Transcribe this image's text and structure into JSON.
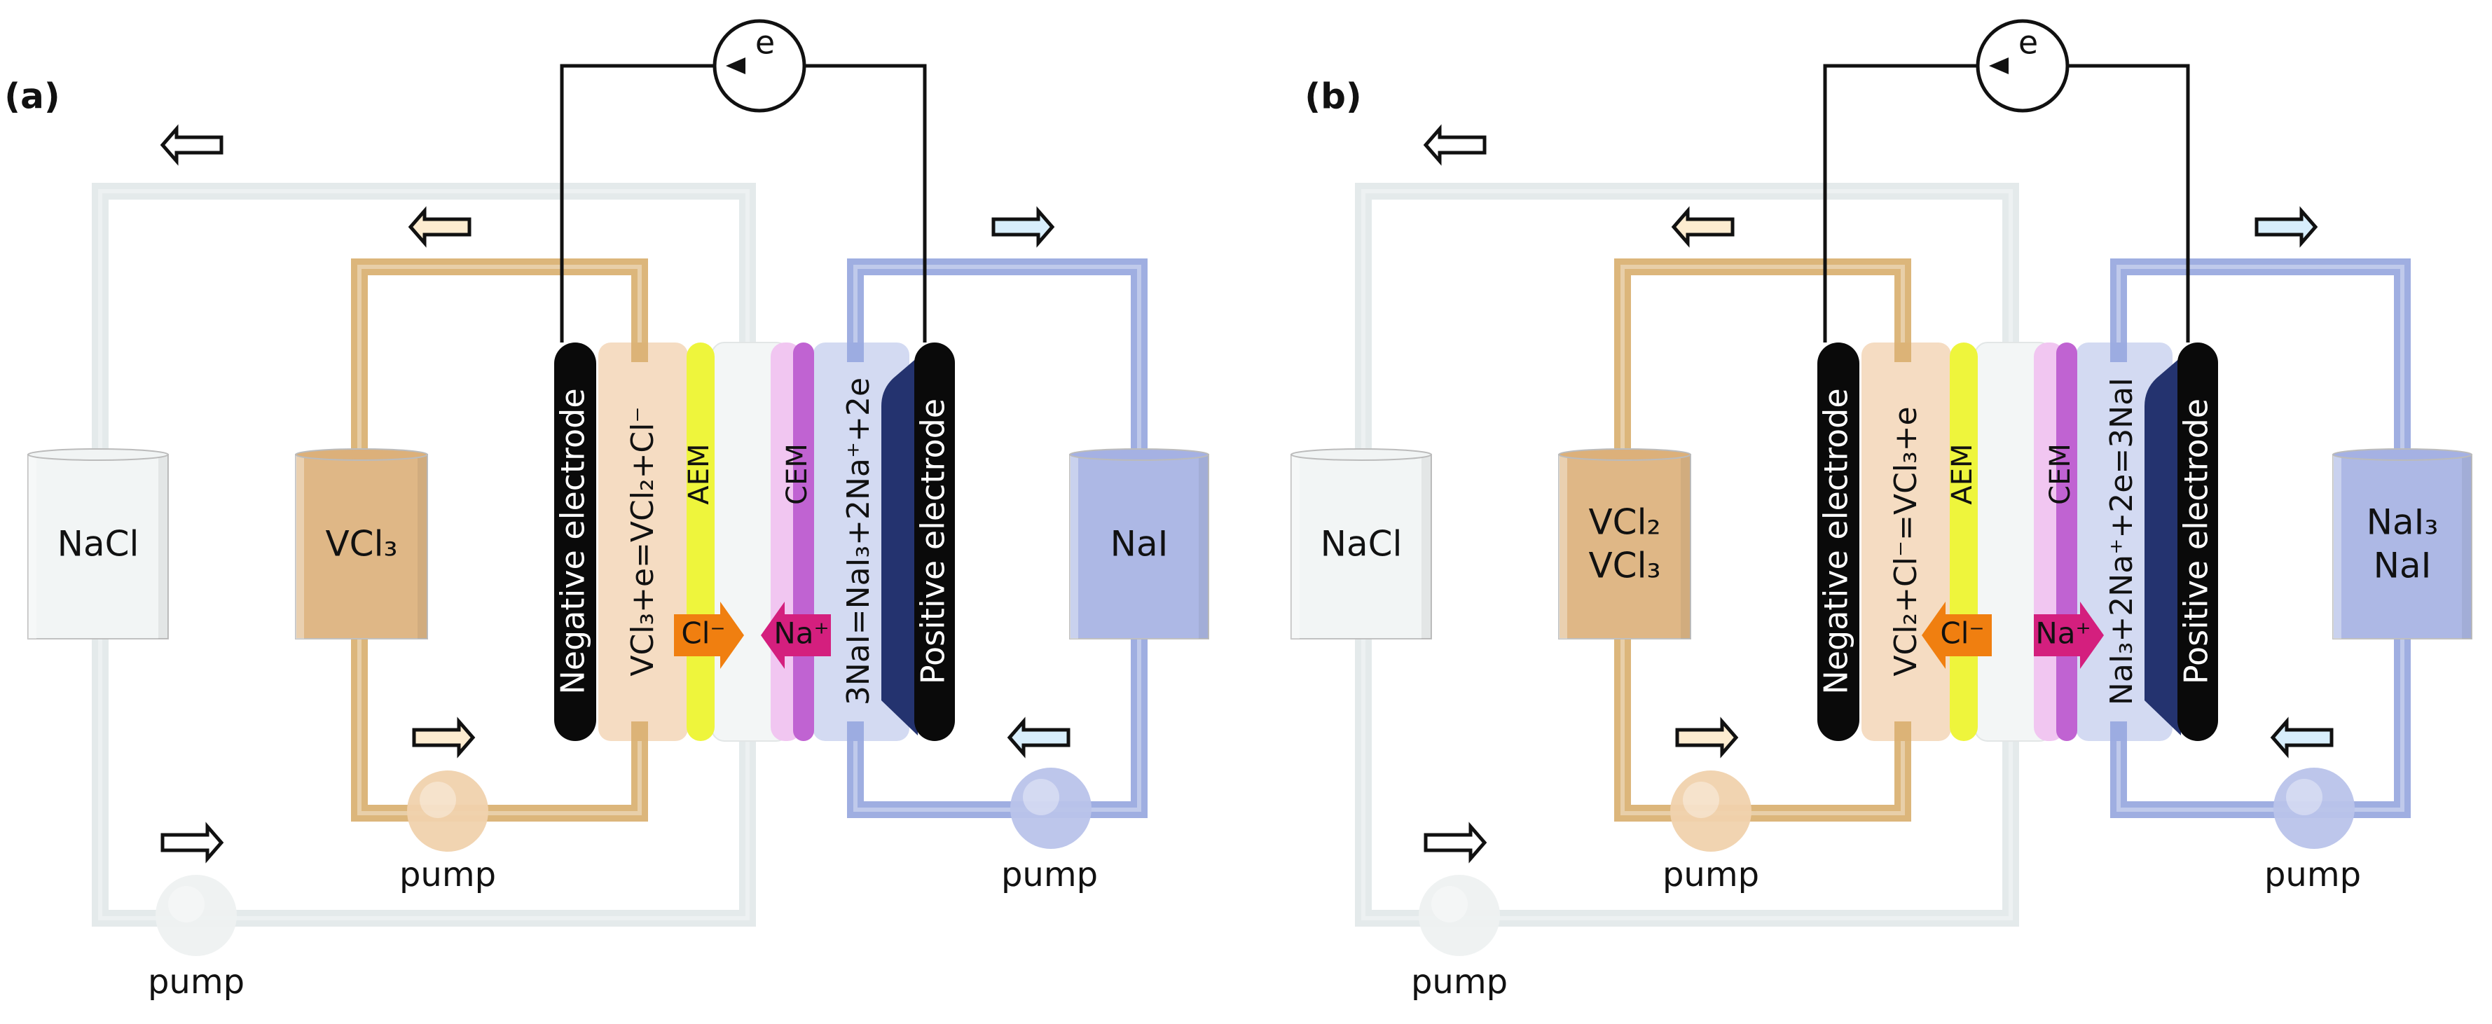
{
  "colors": {
    "wire": "#111111",
    "electrode": "#0a0a0a",
    "nacl_pipe": "#dfe6e8",
    "vcl_pipe": "#d6a964",
    "nai_pipe": "#8ea0dc",
    "nacl_tank": "#f1f4f4",
    "vcl_tank": "#dcb07a",
    "nai_tank": "#a5b1e3",
    "negative_compartment": "#f5dcc2",
    "aem": "#eef53c",
    "middle_compartment": "#f3f6f6",
    "cem_light": "#f1c6f1",
    "cem": "#c063d2",
    "positive_compartment": "#d3daf2",
    "positive_layer": "#24336f",
    "cl_arrow": "#f07f10",
    "na_arrow": "#d41f7e"
  },
  "panels": [
    {
      "label": "(a)",
      "electron": "e",
      "nacl_tank": [
        "NaCl"
      ],
      "vcl_tank": [
        "VCl₃"
      ],
      "nai_tank": [
        "NaI"
      ],
      "negative_electrode": "Negative electrode",
      "negative_reaction": "VCl₃+e=VCl₂+Cl⁻",
      "aem": "AEM",
      "cem": "CEM",
      "positive_reaction": "3NaI=NaI₃+2Na⁺+2e",
      "positive_electrode": "Positive electrode",
      "cl_ion": "Cl⁻",
      "cl_direction": "right",
      "na_ion": "Na⁺",
      "na_direction": "left",
      "pump_labels": [
        "pump",
        "pump",
        "pump"
      ],
      "flow_icons": [
        "arrow-left-icon",
        "arrow-right-icon",
        "arrow-left-icon",
        "arrow-right-icon",
        "arrow-right-icon",
        "arrow-left-icon"
      ]
    },
    {
      "label": "(b)",
      "electron": "e",
      "nacl_tank": [
        "NaCl"
      ],
      "vcl_tank": [
        "VCl₂",
        "VCl₃"
      ],
      "nai_tank": [
        "NaI₃",
        "NaI"
      ],
      "negative_electrode": "Negative electrode",
      "negative_reaction": "VCl₂+Cl⁻=VCl₃+e",
      "aem": "AEM",
      "cem": "CEM",
      "positive_reaction": "NaI₃+2Na⁺+2e=3NaI",
      "positive_electrode": "Positive electrode",
      "cl_ion": "Cl⁻",
      "cl_direction": "left",
      "na_ion": "Na⁺",
      "na_direction": "right",
      "pump_labels": [
        "pump",
        "pump",
        "pump"
      ],
      "flow_icons": [
        "arrow-left-icon",
        "arrow-right-icon",
        "arrow-left-icon",
        "arrow-right-icon",
        "arrow-right-icon",
        "arrow-left-icon"
      ]
    }
  ]
}
